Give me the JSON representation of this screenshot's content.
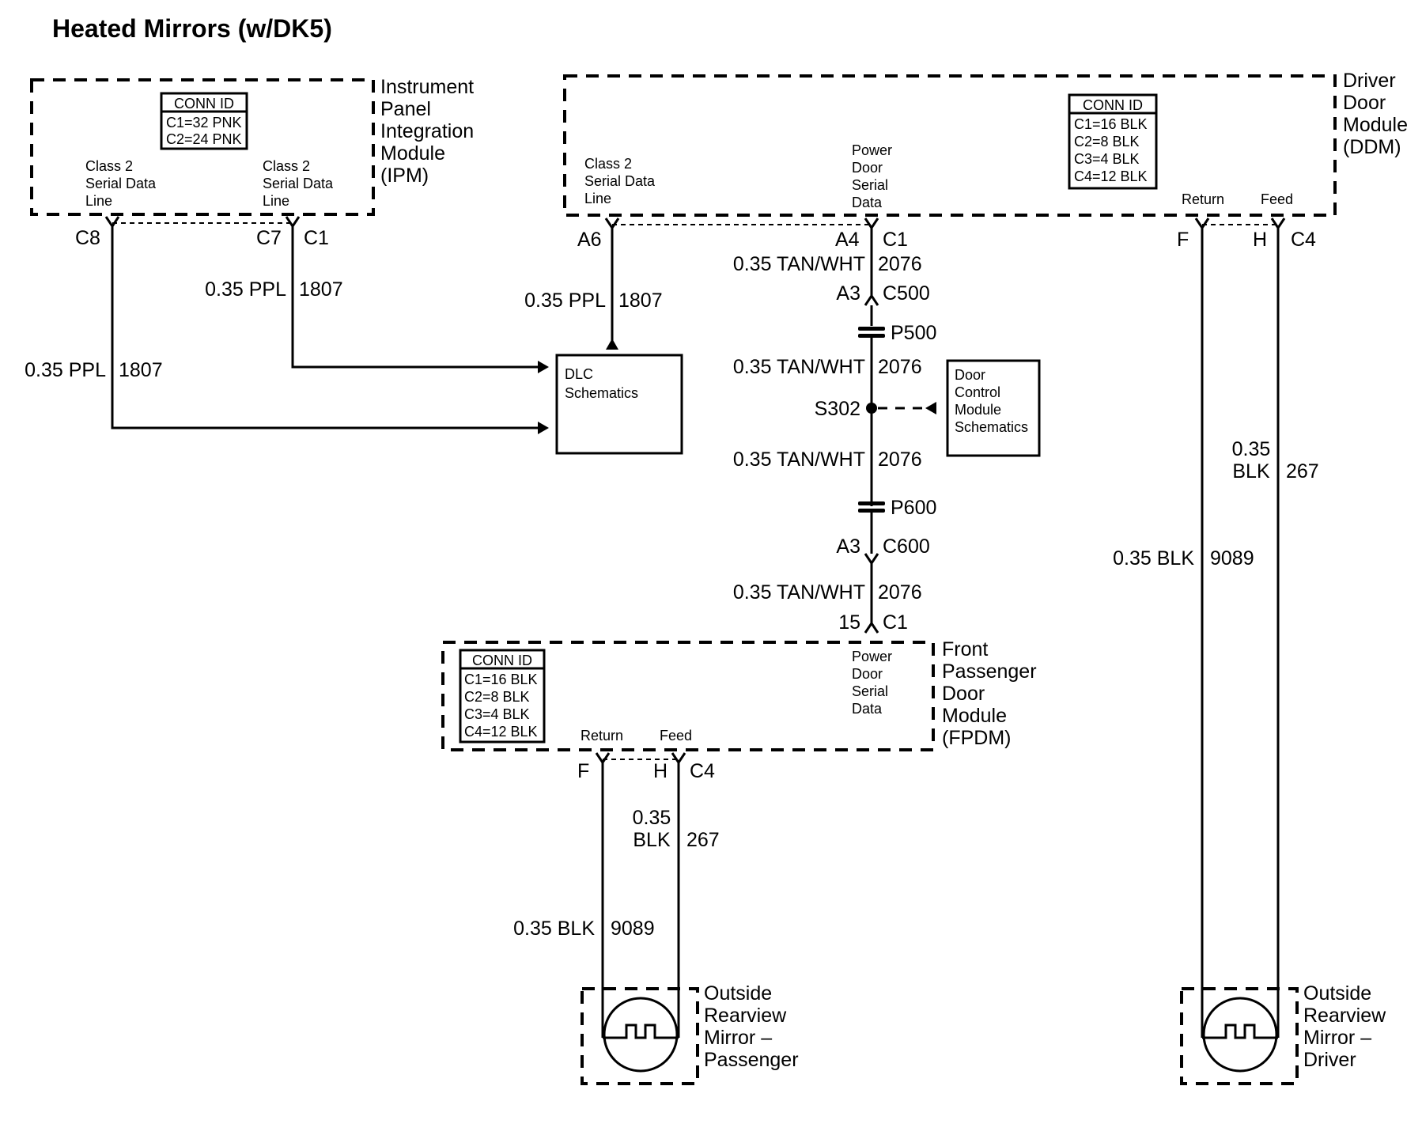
{
  "title": "Heated Mirrors (w/DK5)",
  "ipm": {
    "name_lines": [
      "Instrument",
      "Panel",
      "Integration",
      "Module",
      "(IPM)"
    ],
    "conn_id": {
      "header": "CONN ID",
      "rows": [
        "C1=32 PNK",
        "C2=24 PNK"
      ]
    },
    "pin_label_left": [
      "Class 2",
      "Serial Data",
      "Line"
    ],
    "pin_label_right": [
      "Class 2",
      "Serial Data",
      "Line"
    ],
    "pin_c8": "C8",
    "pin_c7": "C7",
    "conn_c1": "C1"
  },
  "ddm": {
    "name_lines": [
      "Driver",
      "Door",
      "Module",
      "(DDM)"
    ],
    "conn_id": {
      "header": "CONN ID",
      "rows": [
        "C1=16 BLK",
        "C2=8 BLK",
        "C3=4 BLK",
        "C4=12 BLK"
      ]
    },
    "class2_label": [
      "Class 2",
      "Serial Data",
      "Line"
    ],
    "pdsd_label": [
      "Power",
      "Door",
      "Serial",
      "Data"
    ],
    "return_label": "Return",
    "feed_label": "Feed",
    "pin_a6": "A6",
    "pin_a4": "A4",
    "conn_c1": "C1",
    "pin_f": "F",
    "pin_h": "H",
    "conn_c4": "C4"
  },
  "fpdm": {
    "name_lines": [
      "Front",
      "Passenger",
      "Door",
      "Module",
      "(FPDM)"
    ],
    "conn_id": {
      "header": "CONN ID",
      "rows": [
        "C1=16 BLK",
        "C2=8 BLK",
        "C3=4 BLK",
        "C4=12 BLK"
      ]
    },
    "pdsd_label": [
      "Power",
      "Door",
      "Serial",
      "Data"
    ],
    "return_label": "Return",
    "feed_label": "Feed",
    "pin_15": "15",
    "conn_c1": "C1",
    "pin_f": "F",
    "pin_h": "H",
    "conn_c4": "C4"
  },
  "wires": {
    "ppl_color": "0.35 PPL",
    "ppl_circuit": "1807",
    "tan_color": "0.35 TAN/WHT",
    "tan_circuit": "2076",
    "blk_color": "0.35 BLK",
    "blk_9089": "9089",
    "blk_size": "0.35",
    "blk_short": "BLK",
    "blk_267": "267"
  },
  "inline": {
    "a3": "A3",
    "c500": "C500",
    "p500": "P500",
    "s302": "S302",
    "p600": "P600",
    "c600": "C600"
  },
  "dlc_box": [
    "DLC",
    "Schematics"
  ],
  "dcm_box": [
    "Door",
    "Control",
    "Module",
    "Schematics"
  ],
  "mirror_passenger": [
    "Outside",
    "Rearview",
    "Mirror –",
    "Passenger"
  ],
  "mirror_driver": [
    "Outside",
    "Rearview",
    "Mirror –",
    "Driver"
  ]
}
